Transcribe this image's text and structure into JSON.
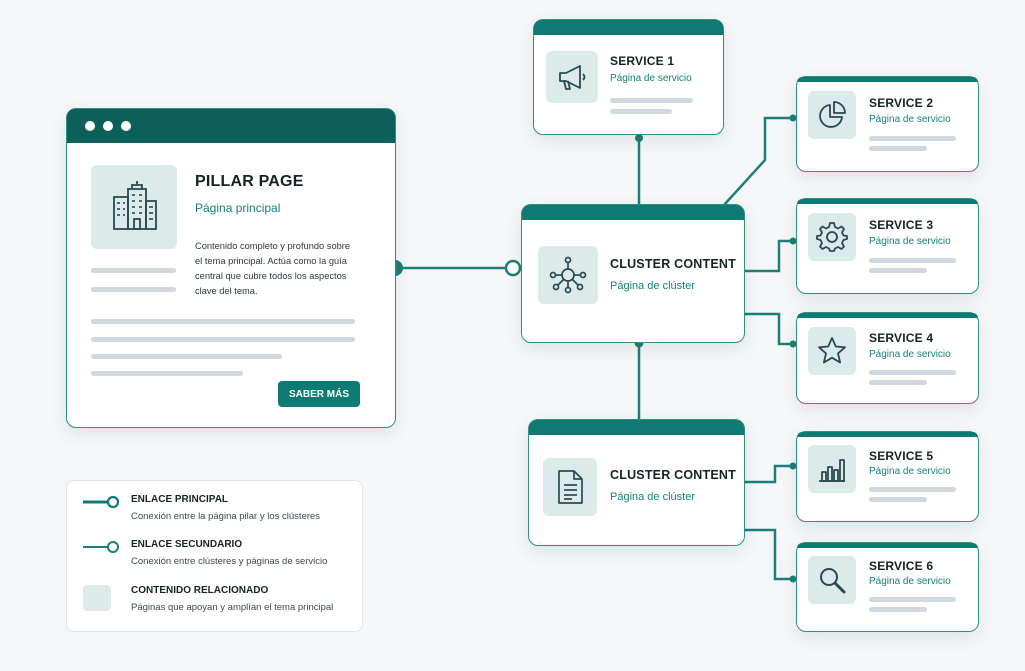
{
  "pillar": {
    "title": "PILLAR PAGE",
    "subtitle": "Página principal",
    "description_lines": [
      "Contenido completo y profundo sobre",
      "el tema principal. Actúa como la guía",
      "central que cubre todos los aspectos",
      "clave del tema."
    ],
    "button_label": "SABER MÁS",
    "icon": "building-icon"
  },
  "clusters": [
    {
      "title": "CLUSTER CONTENT",
      "subtitle": "Página de clúster",
      "icon": "network-icon"
    },
    {
      "title": "CLUSTER CONTENT",
      "subtitle": "Página de clúster",
      "icon": "document-icon"
    }
  ],
  "services": [
    {
      "title": "SERVICE 1",
      "subtitle": "Página de servicio",
      "icon": "megaphone-icon"
    },
    {
      "title": "SERVICE 2",
      "subtitle": "Página de servicio",
      "icon": "pie-chart-icon"
    },
    {
      "title": "SERVICE 3",
      "subtitle": "Página de servicio",
      "icon": "gear-icon"
    },
    {
      "title": "SERVICE 4",
      "subtitle": "Página de servicio",
      "icon": "star-icon"
    },
    {
      "title": "SERVICE 5",
      "subtitle": "Página de servicio",
      "icon": "bar-chart-icon"
    },
    {
      "title": "SERVICE 6",
      "subtitle": "Página de servicio",
      "icon": "magnifier-icon"
    }
  ],
  "legend": {
    "items": [
      {
        "title": "ENLACE PRINCIPAL",
        "desc": "Conexión entre la página pilar y los clústeres"
      },
      {
        "title": "ENLACE SECUNDARIO",
        "desc": "Conexión entre clústeres y páginas de servicio"
      },
      {
        "title": "CONTENIDO RELACIONADO",
        "desc": "Páginas que apoyan y amplían el tema principal"
      }
    ]
  },
  "colors": {
    "primary": "#0f7a73",
    "dark": "#0d5f5a",
    "accent_text": "#168178",
    "icon_bg": "#dcebea",
    "placeholder_line": "#cfd9df"
  }
}
